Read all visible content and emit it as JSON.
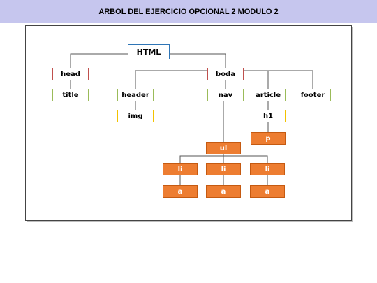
{
  "header": {
    "title": "ARBOL DEL EJERCICIO OPCIONAL 2 MODULO 2"
  },
  "tree": {
    "html": "HTML",
    "head": "head",
    "title": "title",
    "boda": "boda",
    "header": "header",
    "img": "img",
    "nav": "nav",
    "article": "article",
    "footer": "footer",
    "h1": "h1",
    "p": "p",
    "ul": "ul",
    "li_1": "li",
    "li_2": "li",
    "li_3": "li",
    "a_1": "a",
    "a_2": "a",
    "a_3": "a"
  },
  "colors": {
    "title_bar": "#c6c6ee",
    "html_border": "#2e75b6",
    "red_border": "#c0504d",
    "green_border": "#9bbb59",
    "yellow_border": "#f2c200",
    "orange_fill": "#ed7d31",
    "connector": "#555555"
  }
}
